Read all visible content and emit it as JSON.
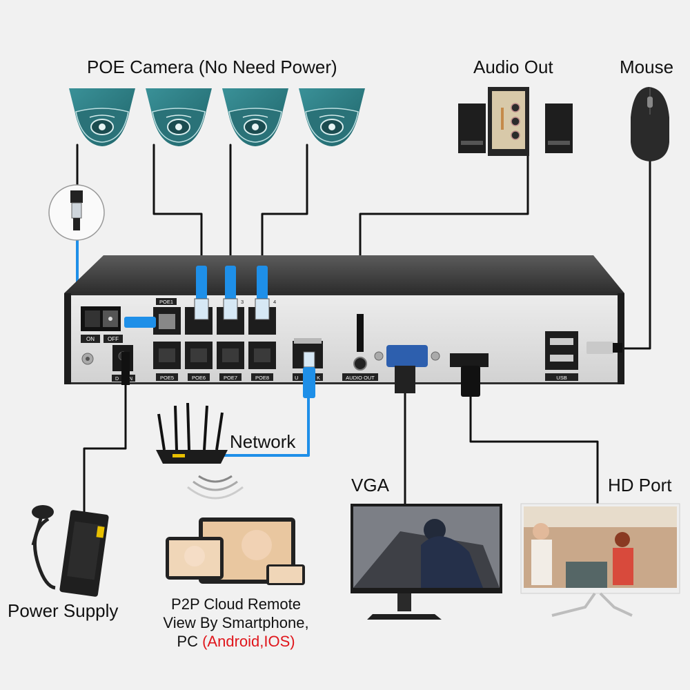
{
  "labels": {
    "poe_camera": "POE Camera (No Need Power)",
    "audio_out": "Audio Out",
    "mouse": "Mouse",
    "network": "Network",
    "vga": "VGA",
    "hd_port": "HD Port",
    "power_supply": "Power Supply",
    "p2p_line1": "P2P Cloud Remote",
    "p2p_line2": "View By Smartphone,",
    "p2p_line3_prefix": "PC ",
    "p2p_line3_highlight": "(Android,IOS)"
  },
  "nvr": {
    "port_poe1": "POE1",
    "port_poe3_partial": "3",
    "port_poe4_partial": "4",
    "port_poe5": "POE5",
    "port_poe6": "POE6",
    "port_poe7": "POE7",
    "port_poe8": "POE8",
    "port_uplink_partial_left": "U",
    "port_uplink_partial_right": "K",
    "port_audio_out": "AUDIO OUT",
    "port_usb": "USB",
    "switch_on": "ON",
    "switch_off": "OFF",
    "dc_in_partial_left": "D",
    "dc_in_partial_right": "N"
  },
  "colors": {
    "camera_teal": "#2e7f86",
    "ethernet_blue": "#1e8fe8",
    "chassis": "#3a3a3a",
    "highlight_red": "#e0151b"
  },
  "icons": {
    "camera": "dome-camera-icon",
    "speaker": "speaker-icon",
    "mouse": "mouse-icon",
    "router": "router-icon",
    "monitor": "monitor-icon",
    "adapter": "power-adapter-icon",
    "devices": "tablet-phone-icon"
  }
}
